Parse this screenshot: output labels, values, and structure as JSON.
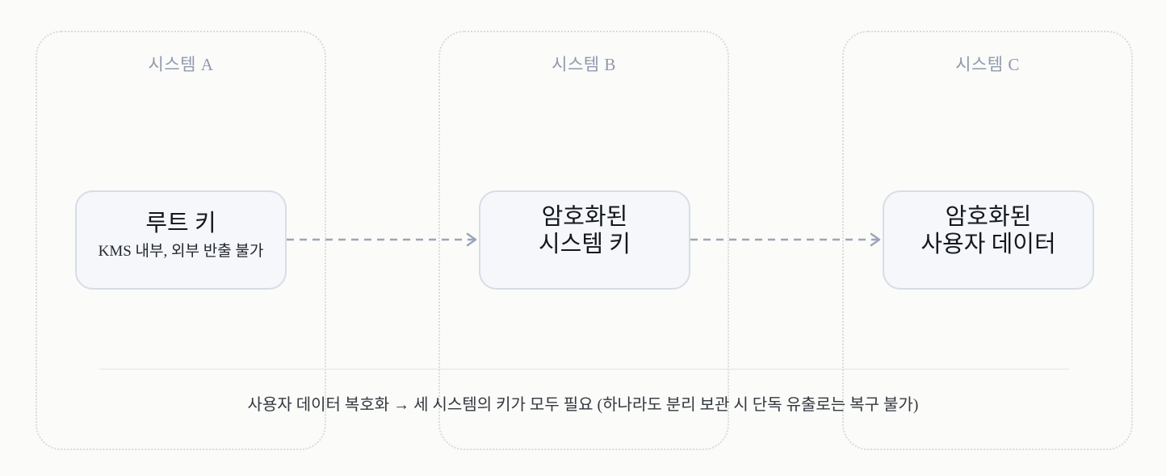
{
  "systems": [
    {
      "label": "시스템 A",
      "node": {
        "title": "루트 키",
        "subtitle": "KMS 내부, 외부 반출 불가"
      }
    },
    {
      "label": "시스템 B",
      "node": {
        "title_line1": "암호화된",
        "title_line2": "시스템 키"
      }
    },
    {
      "label": "시스템 C",
      "node": {
        "title_line1": "암호화된",
        "title_line2": "사용자 데이터"
      }
    }
  ],
  "footer": "사용자 데이터 복호화 → 세 시스템의 키가 모두 필요 (하나라도 분리 보관 시 단독 유출로는 복구 불가)",
  "colors": {
    "panel_border": "#d9dcd8",
    "node_fill": "#f5f7fa",
    "node_border": "#d7dde7",
    "arrow": "#9ba6b9",
    "label": "#8f9aae"
  }
}
